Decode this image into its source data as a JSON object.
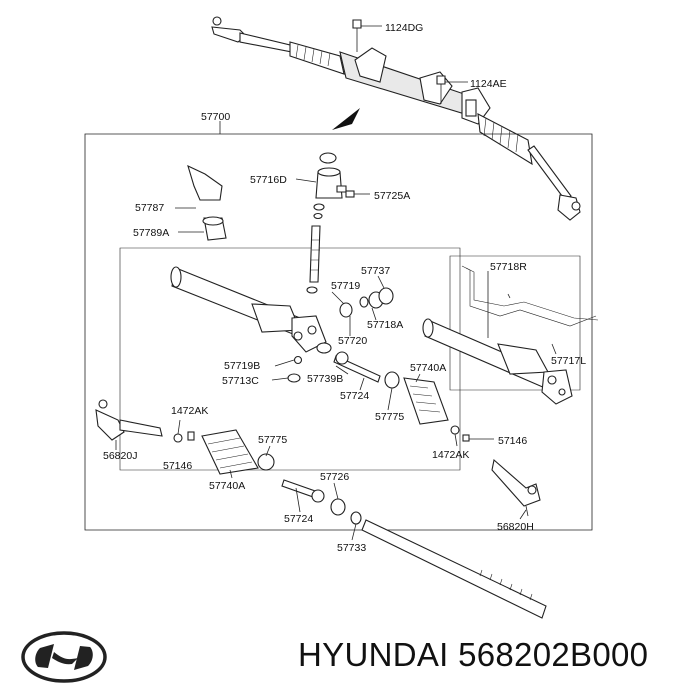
{
  "labels": {
    "l_1124DG": "1124DG",
    "l_1124AE": "1124AE",
    "l_57700": "57700",
    "l_57716D": "57716D",
    "l_57725A": "57725A",
    "l_57787": "57787",
    "l_57789A": "57789A",
    "l_57737": "57737",
    "l_57719": "57719",
    "l_57718A": "57718A",
    "l_57720": "57720",
    "l_57718R": "57718R",
    "l_57717L": "57717L",
    "l_57719B": "57719B",
    "l_57713C": "57713C",
    "l_57739B": "57739B",
    "l_57740A_r": "57740A",
    "l_57724_r": "57724",
    "l_57775_r": "57775",
    "l_1472AK_r": "1472AK",
    "l_57146_r": "57146",
    "l_1472AK_l": "1472AK",
    "l_56820J": "56820J",
    "l_57146_l": "57146",
    "l_57775_l": "57775",
    "l_57740A_l": "57740A",
    "l_57726": "57726",
    "l_57724_l": "57724",
    "l_57733": "57733",
    "l_56820H": "56820H"
  },
  "footer": {
    "brand": "HYUNDAI",
    "part_number": "568202B000",
    "brand_line": "HYUNDAI 568202B000"
  },
  "logo_icon": "hyundai-logo-icon"
}
